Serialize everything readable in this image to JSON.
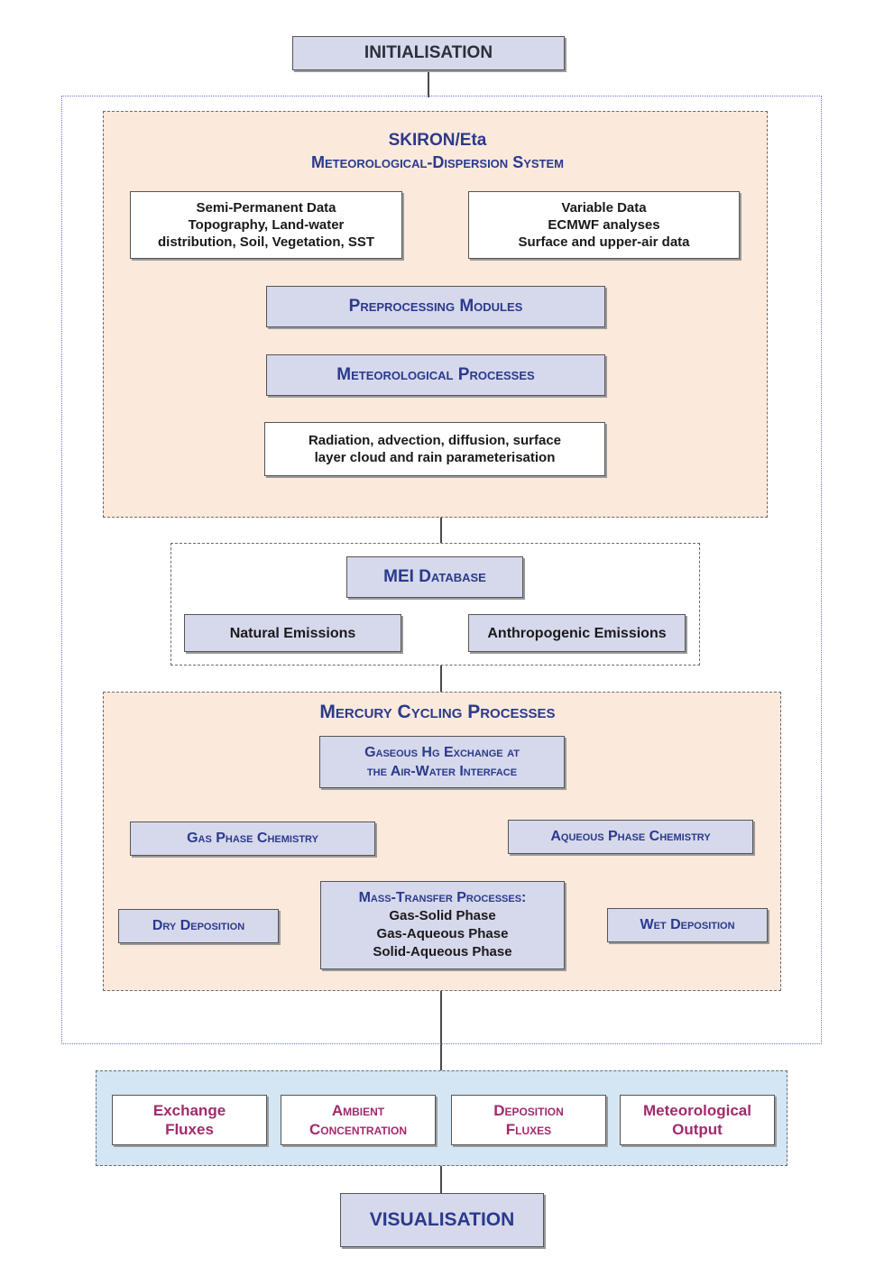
{
  "initialisation": "INITIALISATION",
  "visualisation": "VISUALISATION",
  "skiron": {
    "title": "SKIRON/Eta",
    "subtitle": "Meteorological-Dispersion System",
    "semi_permanent": [
      "Semi-Permanent Data",
      "Topography, Land-water",
      "distribution, Soil, Vegetation, SST"
    ],
    "variable": [
      "Variable Data",
      "ECMWF analyses",
      "Surface and upper-air data"
    ],
    "preprocessing": "Preprocessing Modules",
    "met_processes": "Meteorological Processes",
    "radiation": [
      "Radiation, advection, diffusion, surface",
      "layer cloud and rain parameterisation"
    ]
  },
  "mei": {
    "title": "MEI Database",
    "natural": "Natural Emissions",
    "anthropogenic": "Anthropogenic Emissions"
  },
  "mercury": {
    "title": "Mercury Cycling Processes",
    "gaseous": [
      "Gaseous Hg Exchange at",
      "the Air-Water Interface"
    ],
    "gas_phase": "Gas Phase Chemistry",
    "aqueous_phase": "Aqueous Phase Chemistry",
    "dry_deposition": "Dry Deposition",
    "wet_deposition": "Wet Deposition",
    "mass_transfer_title": "Mass-Transfer Processes:",
    "mass_transfer_items": [
      "Gas-Solid Phase",
      "Gas-Aqueous Phase",
      "Solid-Aqueous Phase"
    ]
  },
  "outputs": {
    "exchange": [
      "Exchange",
      "Fluxes"
    ],
    "ambient": [
      "Ambient",
      "Concentration"
    ],
    "deposition": [
      "Deposition",
      "Fluxes"
    ],
    "meteorological": [
      "Meteorological",
      "Output"
    ]
  },
  "colors": {
    "peach": "#fbe9dc",
    "lavender": "#d6d8ec",
    "blue_panel": "#d4e6f4",
    "title_blue": "#2a3a8c",
    "output_pink": "#a22a6c"
  }
}
